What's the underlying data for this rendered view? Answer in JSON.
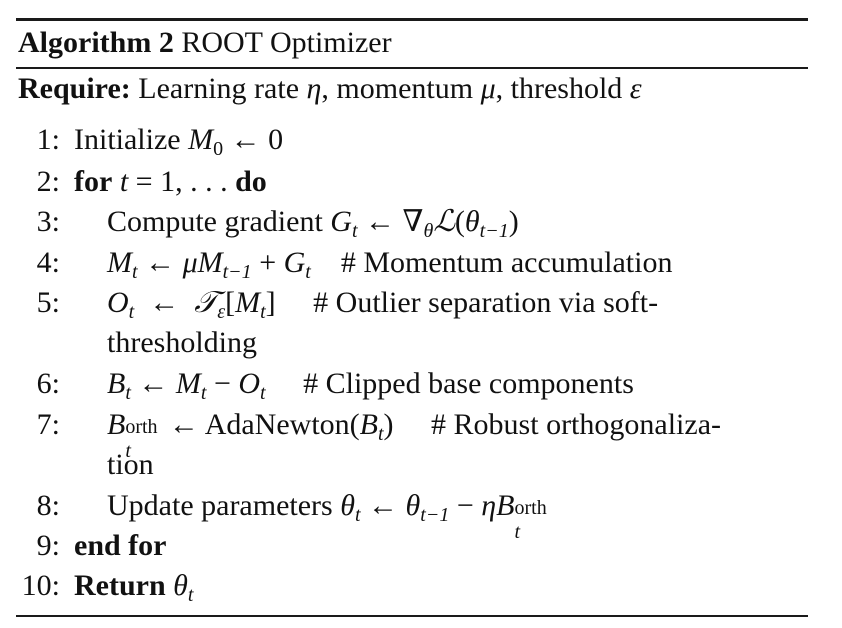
{
  "algorithm": {
    "label": "Algorithm 2",
    "name": "ROOT Optimizer"
  },
  "require": {
    "label": "Require:",
    "text": "Learning rate η, momentum μ, threshold ε"
  },
  "lines": [
    {
      "num": "1:",
      "text": "Initialize M₀ ← 0"
    },
    {
      "num": "2:",
      "kw1": "for",
      "expr": "t = 1, . . .",
      "kw2": "do"
    },
    {
      "num": "3:",
      "text": "Compute gradient G_t ← ∇_θ ℒ(θ_{t−1})"
    },
    {
      "num": "4:",
      "expr": "M_t ← μM_{t−1} + G_t",
      "comment": "# Momentum accumulation"
    },
    {
      "num": "5:",
      "expr": "O_t ← 𝒯_ε[M_t]",
      "comment": "# Outlier separation via soft-",
      "cont": "thresholding"
    },
    {
      "num": "6:",
      "expr": "B_t ← M_t − O_t",
      "comment": "# Clipped base components"
    },
    {
      "num": "7:",
      "expr": "B_t^orth ← AdaNewton(B_t)",
      "comment": "# Robust orthogonaliza-",
      "cont": "tion"
    },
    {
      "num": "8:",
      "text": "Update parameters θ_t ← θ_{t−1} − ηB_t^orth"
    },
    {
      "num": "9:",
      "kw1": "end for"
    },
    {
      "num": "10:",
      "kw1": "Return",
      "expr": "θ_t"
    }
  ],
  "tokens": {
    "initialize": "Initialize",
    "compute_gradient": "Compute gradient",
    "update_parameters": "Update parameters",
    "adanewton": "AdaNewton",
    "orth": "orth"
  }
}
